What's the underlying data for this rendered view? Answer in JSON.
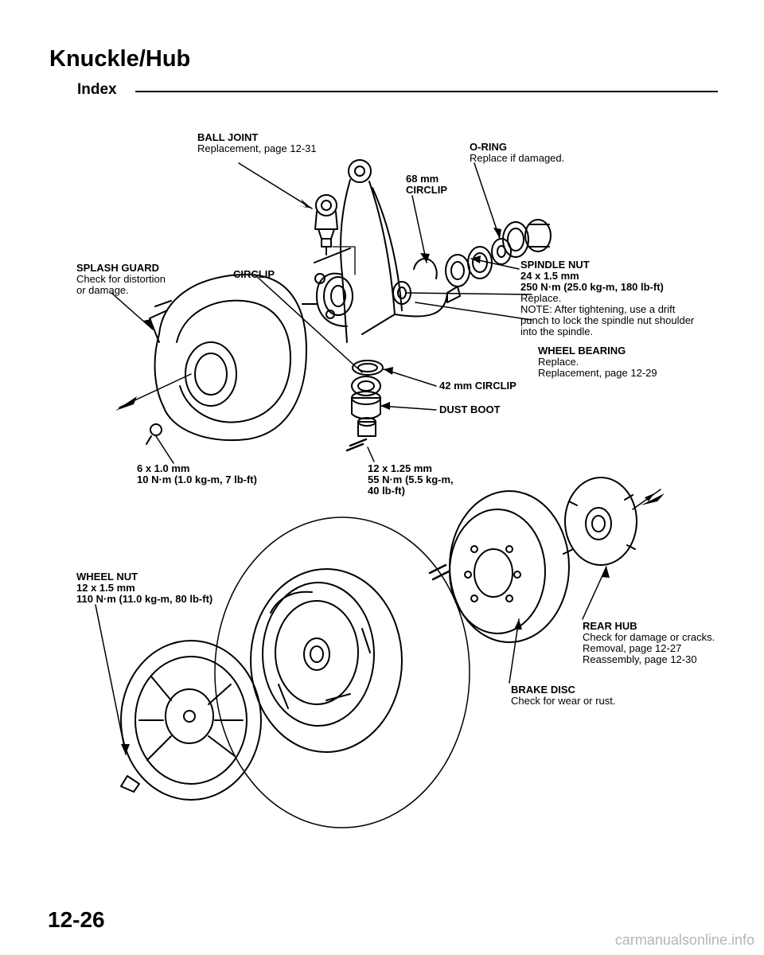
{
  "header": {
    "title": "Knuckle/Hub",
    "subtitle": "Index"
  },
  "labels": {
    "ball_joint": {
      "name": "BALL JOINT",
      "note": "Replacement, page 12-31"
    },
    "o_ring": {
      "name": "O-RING",
      "note": "Replace if damaged."
    },
    "circlip_68": {
      "line1": "68 mm",
      "line2": "CIRCLIP"
    },
    "splash_guard": {
      "name": "SPLASH GUARD",
      "line1": "Check for distortion",
      "line2": "or damage."
    },
    "circlip": {
      "name": "CIRCLIP"
    },
    "spindle_nut": {
      "name": "SPINDLE NUT",
      "spec1": "24 x 1.5 mm",
      "spec2": "250 N·m (25.0 kg-m, 180 lb-ft)",
      "note1": "Replace.",
      "note2": "NOTE: After tightening, use a drift",
      "note3": "punch to lock the spindle nut shoulder",
      "note4": "into the spindle."
    },
    "wheel_bearing": {
      "name": "WHEEL BEARING",
      "line1": "Replace.",
      "line2": "Replacement, page 12-29"
    },
    "circlip_42": {
      "name": "42 mm CIRCLIP"
    },
    "dust_boot": {
      "name": "DUST BOOT"
    },
    "bolt_6": {
      "line1": "6 x 1.0 mm",
      "line2": "10 N·m (1.0 kg-m, 7 lb-ft)"
    },
    "bolt_12": {
      "line1": "12 x 1.25 mm",
      "line2": "55 N·m (5.5 kg-m,",
      "line3": "40 lb-ft)"
    },
    "wheel_nut": {
      "name": "WHEEL NUT",
      "line1": "12 x 1.5 mm",
      "line2": "110 N·m (11.0 kg-m, 80 lb-ft)"
    },
    "rear_hub": {
      "name": "REAR HUB",
      "line1": "Check for damage or cracks.",
      "line2": "Removal, page 12-27",
      "line3": "Reassembly, page 12-30"
    },
    "brake_disc": {
      "name": "BRAKE DISC",
      "line1": "Check for wear or rust."
    }
  },
  "footer": {
    "page_number": "12-26",
    "watermark": "carmanualsonline.info"
  }
}
